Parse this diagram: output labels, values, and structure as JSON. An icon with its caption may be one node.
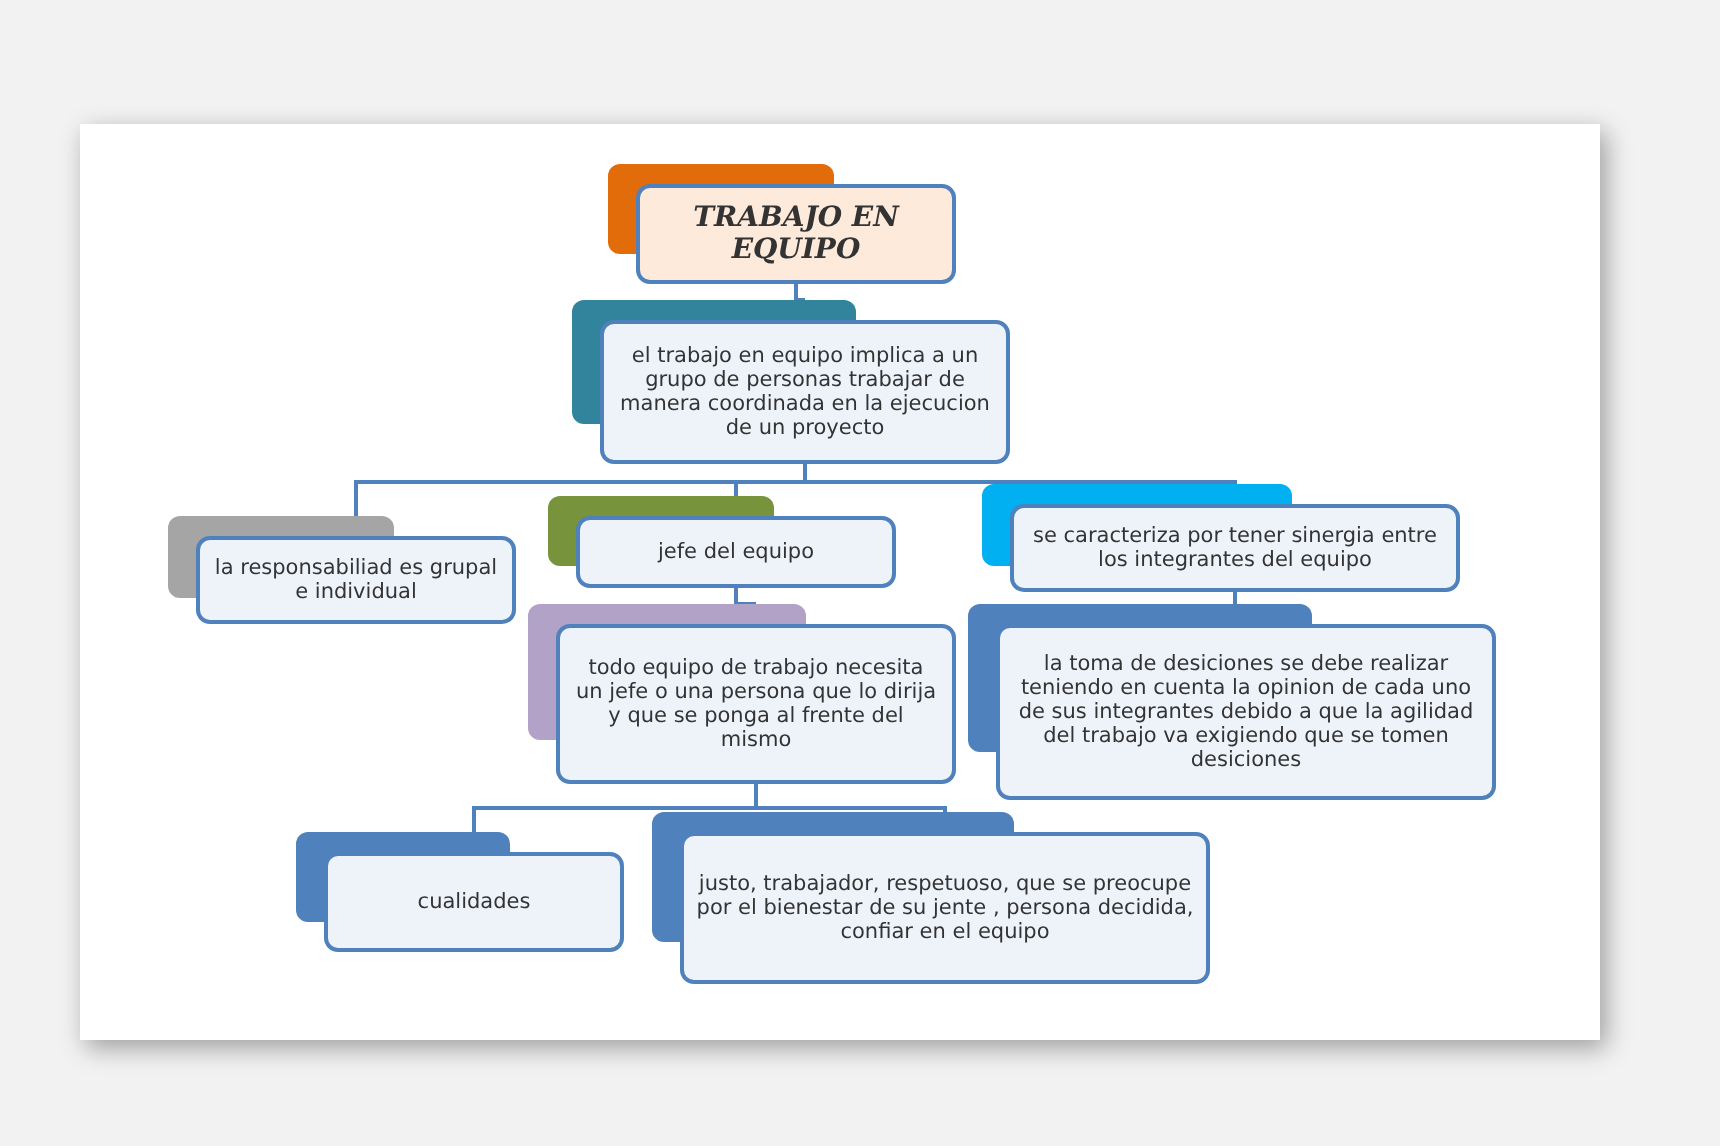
{
  "diagram": {
    "nodes": [
      {
        "text": [
          "TRABAJO EN EQUIPO"
        ]
      },
      {
        "text": [
          "el trabajo en equipo implica a un grupo de personas trabajar de manera coordinada  en la ejecucion de un proyecto"
        ]
      },
      {
        "text": [
          "la responsabiliad es grupal e individual"
        ]
      },
      {
        "text": [
          "jefe del equipo"
        ]
      },
      {
        "text": [
          "se caracteriza por tener sinergia entre los integrantes del equipo"
        ]
      },
      {
        "text": [
          "todo equipo de trabajo necesita un jefe o una persona que lo dirija y que se ponga al frente del mismo"
        ]
      },
      {
        "text": [
          "la toma de desiciones se debe realizar  teniendo en cuenta la opinion de cada uno de sus integrantes debido a  que la agilidad del trabajo va exigiendo que se tomen desiciones"
        ]
      },
      {
        "text": [
          "cualidades"
        ]
      },
      {
        "text": [
          "justo,  trabajador,  respetuoso,  que se preocupe por el bienestar de su jente , persona decidida, confiar en el equipo"
        ]
      }
    ],
    "edges": [
      {
        "from": 0,
        "to": 1,
        "arrow": "none"
      },
      {
        "from": 1,
        "to": 2,
        "arrow": "none"
      },
      {
        "from": 1,
        "to": 3,
        "arrow": "none"
      },
      {
        "from": 1,
        "to": 4,
        "arrow": "none"
      },
      {
        "from": 3,
        "to": 5,
        "arrow": "none"
      },
      {
        "from": 4,
        "to": 6,
        "arrow": "none"
      },
      {
        "from": 5,
        "to": 7,
        "arrow": "none"
      },
      {
        "from": 5,
        "to": 8,
        "arrow": "none"
      }
    ]
  }
}
